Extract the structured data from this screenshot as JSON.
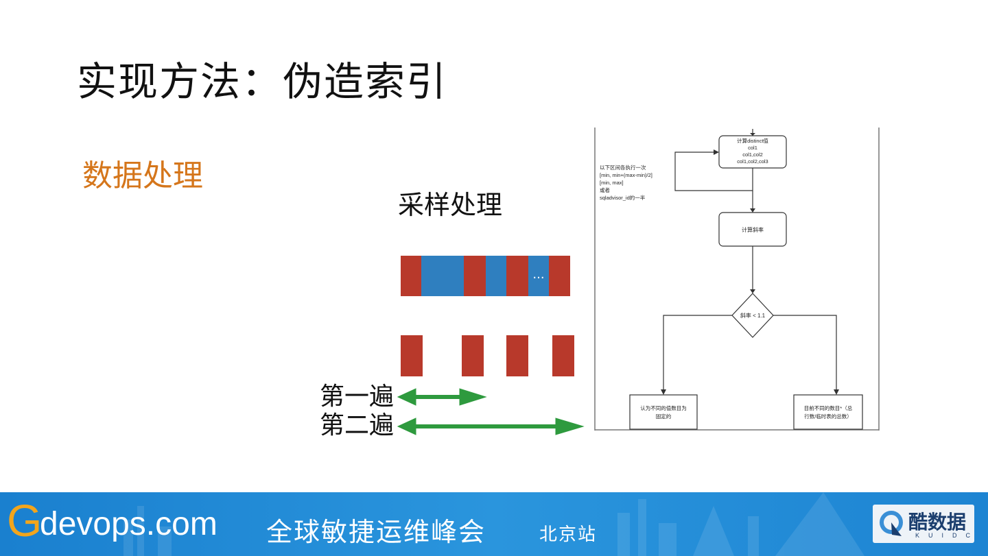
{
  "slide": {
    "title": "实现方法：伪造索引",
    "section_heading": "数据处理",
    "sampling_label": "采样处理",
    "ellipsis": "...",
    "pass_first": "第一遍",
    "pass_second": "第二遍"
  },
  "colors": {
    "title_text": "#111111",
    "section_heading": "#d5761b",
    "block_red": "#b8392b",
    "block_blue": "#2f7fbf",
    "arrow_green": "#2e9a3e",
    "footer_blue": "#1d84d2",
    "logo_orange": "#f2a51c"
  },
  "flowchart": {
    "box_distinct": [
      "计算distinct值",
      "col1",
      "col1,col2",
      "col1,col2,col3"
    ],
    "note": [
      "以下区间各执行一次",
      "[min, min+(max-min)/2]",
      "[min, max]",
      "或者",
      "sqladvisor_id的一半"
    ],
    "box_slope": "计算斜率",
    "decision": "斜率 < 1.1",
    "box_left": [
      "认为不同的值数目为",
      "固定的"
    ],
    "box_right": [
      "目前不同的数目*（总",
      "行数/临时表的总数）"
    ]
  },
  "footer": {
    "logo_g": "G",
    "logo_rest": "devops.com",
    "summit_name": "全球敏捷运维峰会",
    "city": "北京站",
    "brand_name": "酷数据",
    "brand_sub": "KUIDC"
  }
}
